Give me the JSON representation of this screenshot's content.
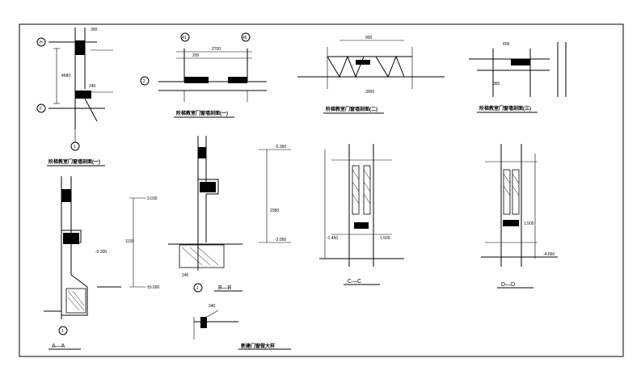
{
  "colors": {
    "ink": "#000000",
    "paper": "#ffffff"
  },
  "axes": {
    "H": "H",
    "F": "F",
    "one": "1",
    "d2": "2",
    "d41": "41",
    "d45": "45"
  },
  "dims": {
    "v1": "300",
    "v2": "600",
    "v3": "2700",
    "v4": "300",
    "v5": "240",
    "v6": "2380",
    "v7": "-2.050",
    "v8": "-0.300",
    "v9": "±0.000",
    "v10": "-1.450",
    "v11": "3.030",
    "v12": "3000",
    "v13": "360",
    "v14": "1150",
    "v15": "900",
    "v16": "200",
    "v17": "-4.650",
    "v18": "1.500",
    "v19": "4680"
  },
  "titles": {
    "t1": "阶梯教室门窗墙剖面(一)",
    "t2": "阶梯教室门窗墙剖面(二)",
    "t3": "阶梯教室门窗墙剖面(三)",
    "t4": "阶梯教室门窗墙剖面(一)",
    "t5": "新建门窗做大样"
  },
  "sections": {
    "aa": "A—A",
    "bb": "B—B",
    "cc": "C—C",
    "dd": "D—D"
  }
}
